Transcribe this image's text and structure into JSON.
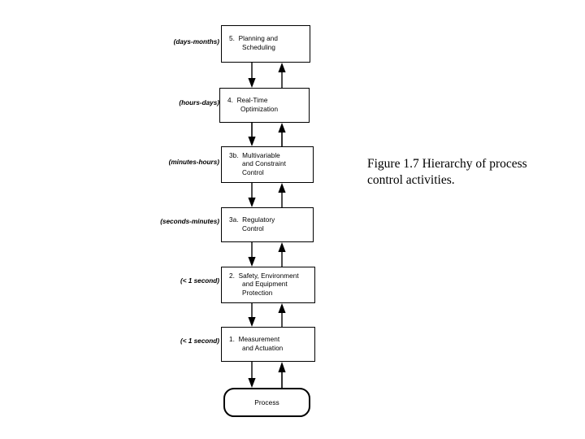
{
  "figure": {
    "caption": "Figure 1.7 Hierarchy of process control activities."
  },
  "diagram": {
    "type": "flowchart",
    "orientation": "vertical",
    "levels": [
      {
        "id": "level-5",
        "number": "5.",
        "title_lines": [
          "5.  Planning and",
          "Scheduling"
        ],
        "timescale": "(days-months)"
      },
      {
        "id": "level-4",
        "number": "4.",
        "title_lines": [
          "4.  Real-Time",
          "Optimization"
        ],
        "timescale": "(hours-days)"
      },
      {
        "id": "level-3b",
        "number": "3b.",
        "title_lines": [
          "3b.  Multivariable",
          "and Constraint",
          "Control"
        ],
        "timescale": "(minutes-hours)"
      },
      {
        "id": "level-3a",
        "number": "3a.",
        "title_lines": [
          "3a.  Regulatory",
          "Control"
        ],
        "timescale": "(seconds-minutes)"
      },
      {
        "id": "level-2",
        "number": "2.",
        "title_lines": [
          "2.  Safety, Environment",
          "and Equipment",
          "Protection"
        ],
        "timescale": "(< 1 second)"
      },
      {
        "id": "level-1",
        "number": "1.",
        "title_lines": [
          "1.  Measurement",
          "and Actuation"
        ],
        "timescale": "(< 1 second)"
      },
      {
        "id": "process",
        "number": "",
        "title_lines": [
          "Process"
        ],
        "timescale": ""
      }
    ],
    "colors": {
      "stroke": "#000000",
      "fill": "#ffffff",
      "text": "#000000"
    }
  }
}
